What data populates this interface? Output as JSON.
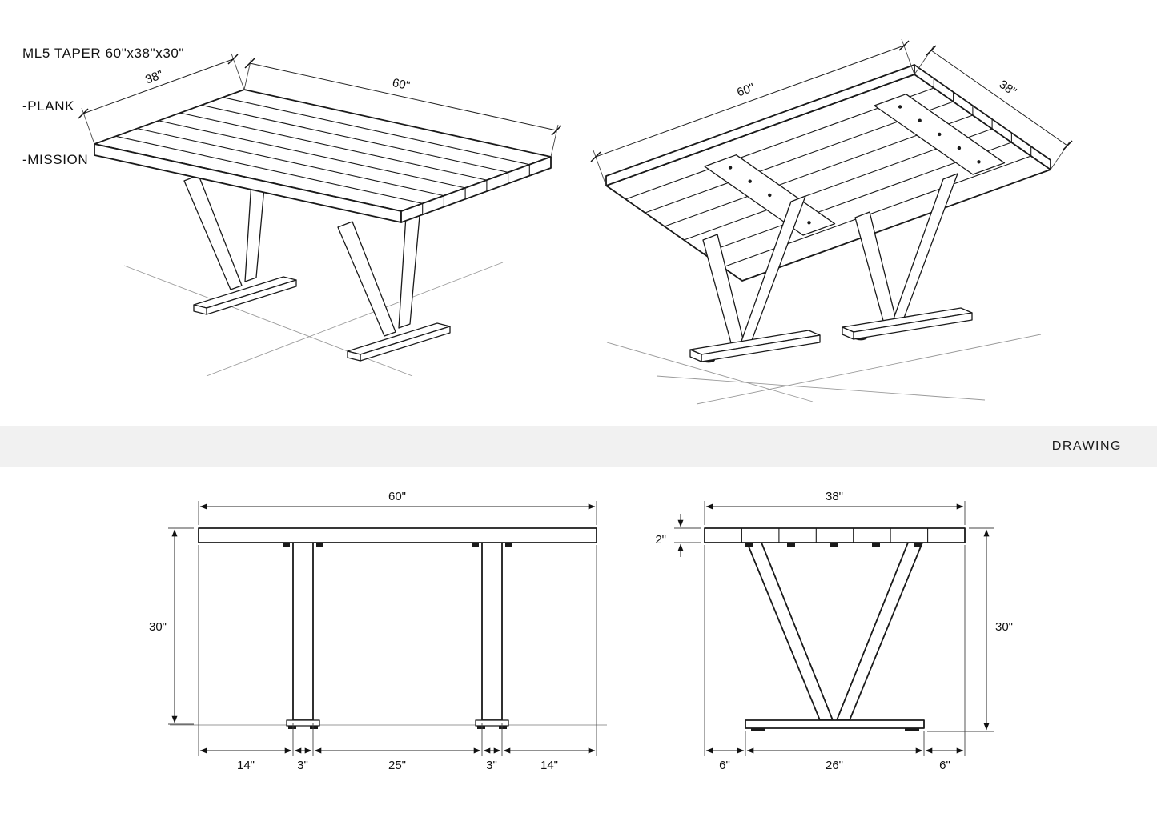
{
  "title": {
    "line1": "ML5 TAPER 60\"x38\"x30\"",
    "line2": "-PLANK",
    "line3": "-MISSION"
  },
  "banner": {
    "label": "DRAWING"
  },
  "iso_front": {
    "dim_depth": "38\"",
    "dim_length": "60\""
  },
  "iso_underside": {
    "dim_length": "60\"",
    "dim_depth": "38\""
  },
  "front_elevation": {
    "dim_width": "60\"",
    "dim_height": "30\"",
    "bottom_dims": [
      "14\"",
      "3\"",
      "25\"",
      "3\"",
      "14\""
    ]
  },
  "side_elevation": {
    "dim_width": "38\"",
    "dim_thickness": "2\"",
    "dim_height": "30\"",
    "bottom_dims": [
      "6\"",
      "26\"",
      "6\""
    ]
  },
  "colors": {
    "line": "#1a1a1a",
    "banner_bg": "#f1f1f1",
    "ground": "#9a9a9a"
  }
}
